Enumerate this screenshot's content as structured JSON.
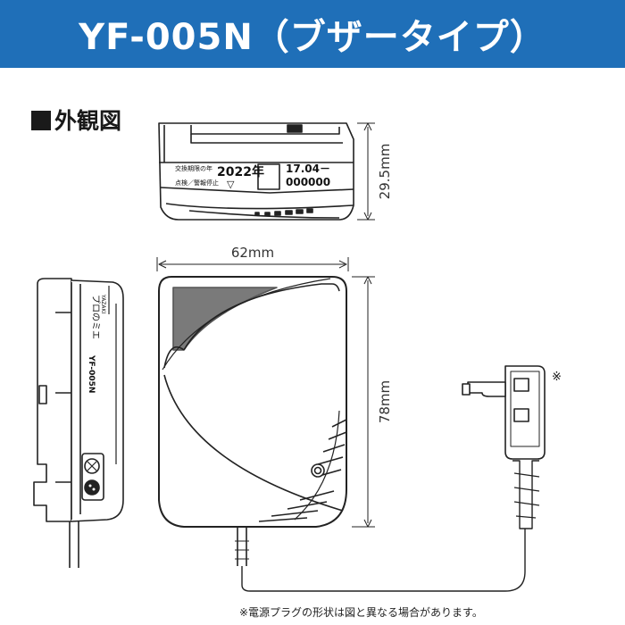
{
  "header": {
    "title": "YF-005N（ブザータイプ）",
    "bg_color": "#1f6fb8"
  },
  "section": {
    "title": "外観図"
  },
  "top_view": {
    "label_left_top": "交換期限の年",
    "year": "2022年",
    "label_left_bottom": "点検／警報停止",
    "triangle": "▽",
    "serial_top": "17.04－",
    "serial_bottom": "000000",
    "height_dim": "29.5mm"
  },
  "front_view": {
    "width_dim": "62mm",
    "height_dim": "78mm"
  },
  "side_view": {
    "brand": "プロのミエ",
    "maker": "YAZAKI",
    "model": "YF-005N"
  },
  "plug": {
    "note_mark": "※"
  },
  "footnote": "※電源プラグの形状は図と異なる場合があります。"
}
